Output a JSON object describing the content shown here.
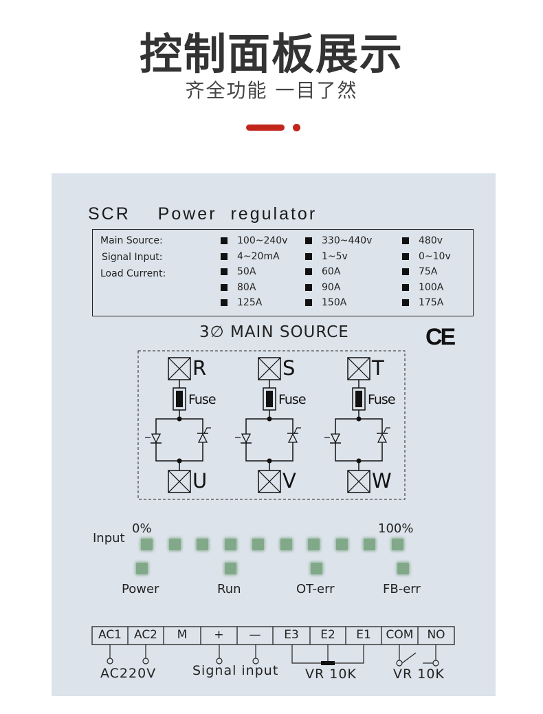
{
  "header": {
    "title": "控制面板展示",
    "subtitle": "齐全功能 一目了然",
    "accent_color": "#c2261b"
  },
  "panel": {
    "title": "SCR  Power regulator",
    "background_color": "#dce3ea",
    "specs": {
      "labels": [
        "Main Source:",
        "Signal Input:",
        "Load Current:"
      ],
      "options": [
        [
          "100~240v",
          "330~440v",
          "480v"
        ],
        [
          "4~20mA",
          "1~5v",
          "0~10v"
        ],
        [
          "50A",
          "60A",
          "75A"
        ],
        [
          "80A",
          "90A",
          "100A"
        ],
        [
          "125A",
          "150A",
          "175A"
        ]
      ]
    },
    "main_source": "3∅ MAIN SOURCE",
    "ce_mark": "CE",
    "phases": [
      {
        "in": "R",
        "out": "U",
        "fuse": "Fuse"
      },
      {
        "in": "S",
        "out": "V",
        "fuse": "Fuse"
      },
      {
        "in": "T",
        "out": "W",
        "fuse": "Fuse"
      }
    ],
    "input_bar": {
      "label": "Input",
      "min_label": "0%",
      "max_label": "100%",
      "led_count": 10,
      "led_color": "#82a88a"
    },
    "status_leds": [
      "Power",
      "Run",
      "OT-err",
      "FB-err"
    ],
    "terminals": [
      "AC1",
      "AC2",
      "M",
      "+",
      "—",
      "E3",
      "E2",
      "E1",
      "COM",
      "NO"
    ],
    "terminal_captions": {
      "ac": "AC220V",
      "signal": "Signal input",
      "vr_pot": "VR 10K",
      "vr_relay": "VR 10K"
    }
  }
}
